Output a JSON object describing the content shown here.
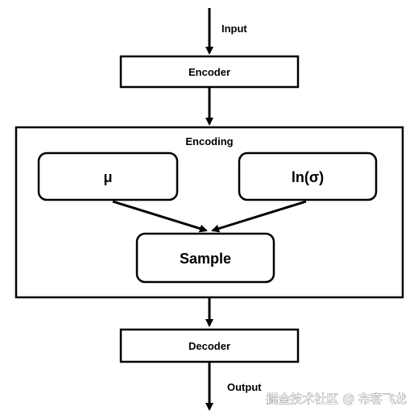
{
  "labels": {
    "input": "Input",
    "encoder": "Encoder",
    "encoding": "Encoding",
    "mu": "μ",
    "ln_sigma": "ln(σ)",
    "sample": "Sample",
    "decoder": "Decoder",
    "output": "Output"
  },
  "watermark": "掘金技术社区 @ 布客飞龙",
  "colors": {
    "stroke": "#000000",
    "fill": "#ffffff"
  }
}
